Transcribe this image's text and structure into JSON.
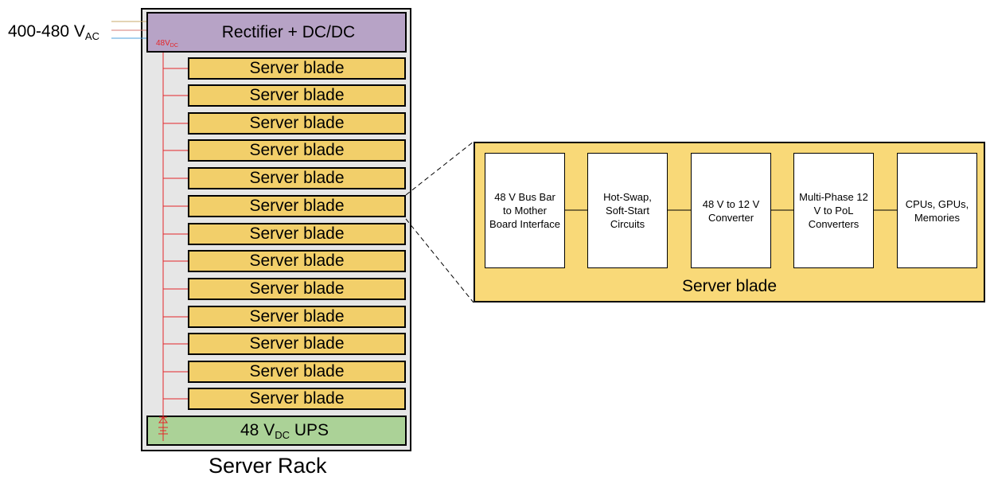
{
  "input_voltage": {
    "main": "400-480 V",
    "sub": "AC"
  },
  "rectifier": {
    "label": "Rectifier + DC/DC"
  },
  "dc_bus": {
    "main": "48V",
    "sub": "DC"
  },
  "blades": [
    "Server blade",
    "Server blade",
    "Server blade",
    "Server blade",
    "Server blade",
    "Server blade",
    "Server blade",
    "Server blade",
    "Server blade",
    "Server blade",
    "Server blade",
    "Server blade",
    "Server blade"
  ],
  "ups": {
    "pre": "48 V",
    "sub": "DC",
    "post": " UPS"
  },
  "rack_label": "Server Rack",
  "detail": {
    "title": "Server blade",
    "blocks": [
      "48 V Bus Bar to Mother Board Interface",
      "Hot-Swap, Soft-Start Circuits",
      "48 V to 12 V Converter",
      "Multi-Phase 12 V to PoL Converters",
      "CPUs, GPUs, Memories"
    ]
  },
  "colors": {
    "rectifier": "#b7a3c6",
    "blade": "#f2cf6a",
    "detail_panel": "#f9d978",
    "ups": "#abd297",
    "rack": "#e6e6e6",
    "dc_bus_line": "#e4262a",
    "ac_line_1": "#c9a86a",
    "ac_line_2": "#d77b74",
    "ac_line_3": "#4ea0dc"
  }
}
